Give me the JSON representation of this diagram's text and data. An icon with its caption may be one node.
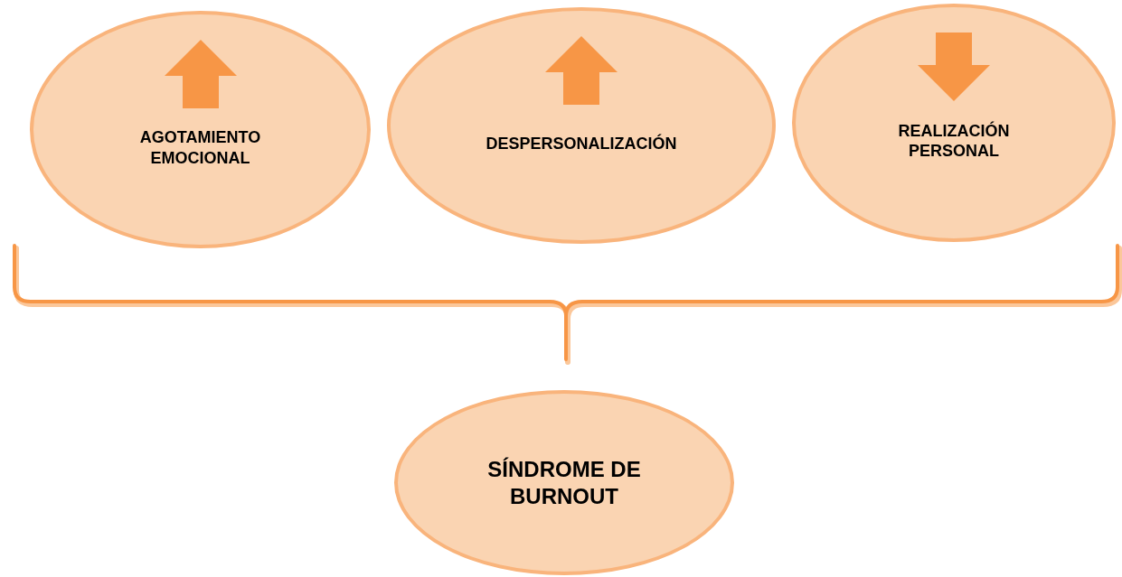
{
  "diagram": {
    "nodes": [
      {
        "text": [
          "AGOTAMIENTO EMOCIONAL"
        ]
      },
      {
        "text": [
          "DESPERSONALIZACIÓN"
        ]
      },
      {
        "text": [
          "REALIZACIÓN PERSONAL"
        ]
      },
      {
        "text": [
          "SÍNDROME DE BURNOUT"
        ]
      }
    ]
  }
}
